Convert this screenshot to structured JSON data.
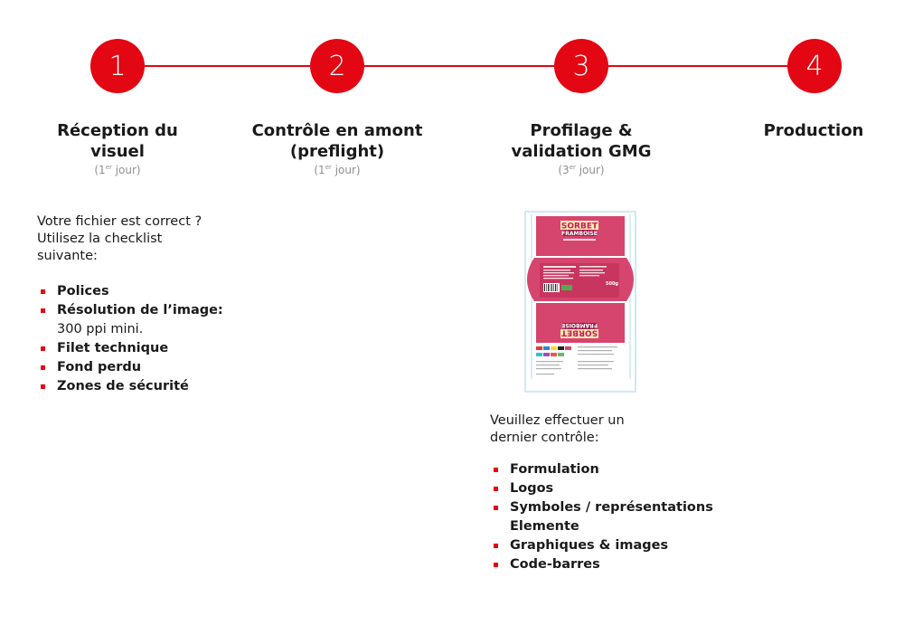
{
  "steps": [
    {
      "number": "1",
      "title_lines": [
        "Réception du",
        "visuel"
      ],
      "note": {
        "prefix": "(1",
        "sup": "er",
        "suffix": " jour)"
      }
    },
    {
      "number": "2",
      "title_lines": [
        "Contrôle en amont",
        "(preflight)"
      ],
      "note": {
        "prefix": "(1",
        "sup": "er",
        "suffix": " jour)"
      }
    },
    {
      "number": "3",
      "title_lines": [
        "Profilage &",
        "validation GMG"
      ],
      "note": {
        "prefix": "(3",
        "sup": "er",
        "suffix": " jour)"
      }
    },
    {
      "number": "4",
      "title_lines": [
        "Production"
      ]
    }
  ],
  "reception": {
    "intro_lines": [
      "Votre fichier est correct ?",
      "Utilisez la checklist",
      "suivante:"
    ],
    "checklist": [
      {
        "label": "Polices"
      },
      {
        "label": "Résolution de l’image:",
        "detail": "300 ppi mini."
      },
      {
        "label": "Filet technique"
      },
      {
        "label": "Fond perdu"
      },
      {
        "label": "Zones de sécurité"
      }
    ]
  },
  "profilage": {
    "package": {
      "brand_line1": "SORBET",
      "brand_line2": "FRAMBOISE",
      "weight": "500g"
    },
    "intro_lines": [
      "Veuillez effectuer un",
      "dernier contrôle:"
    ],
    "checklist": [
      {
        "label": "Formulation"
      },
      {
        "label": "Logos"
      },
      {
        "label": "Symboles / représentations",
        "label2": "Elemente"
      },
      {
        "label": "Graphiques & images"
      },
      {
        "label": "Code-barres"
      }
    ]
  },
  "colors": {
    "accent": "#e30613",
    "package_pink": "#d6456e",
    "package_dark": "#9e1e48",
    "note_grey": "#8f8f8f"
  }
}
